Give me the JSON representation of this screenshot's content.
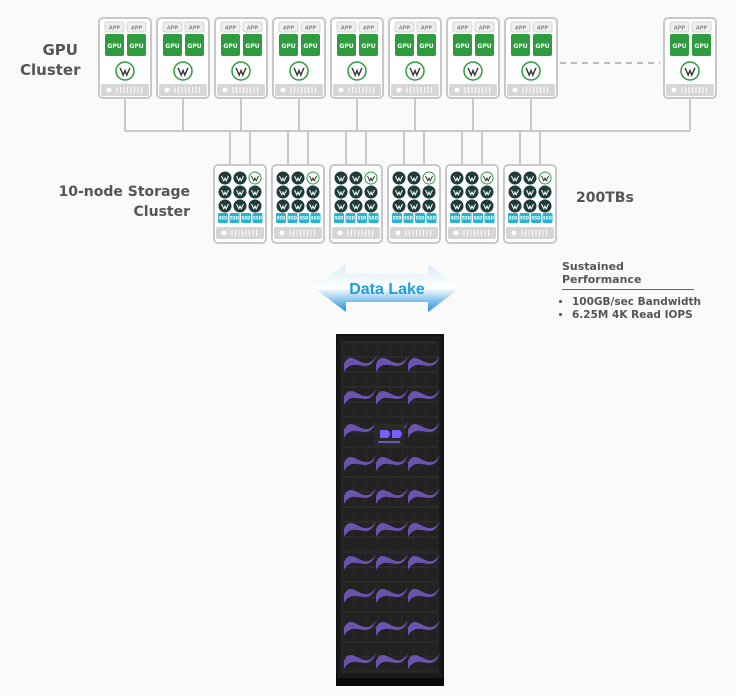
{
  "labels": {
    "gpu_cluster": "GPU Cluster",
    "storage_cluster": "10-node Storage Cluster",
    "capacity": "200TBs",
    "data_lake": "Data Lake"
  },
  "gpu_node": {
    "app": "APP",
    "gpu": "GPU",
    "count": 9,
    "ellipsis": true
  },
  "storage_node": {
    "ssd": "SSD",
    "count": 6
  },
  "performance": {
    "title": "Sustained Performance",
    "items": [
      "100GB/sec Bandwidth",
      "6.25M 4K Read IOPS"
    ]
  },
  "colors": {
    "gpu_green": "#2e9b3e",
    "ssd_teal": "#2ab3cc",
    "node_gray": "#c8c8c8",
    "lake_blue": "#1a9fe0",
    "rack_purple": "#7a5cc8"
  },
  "icons": [
    "weka-logo-icon",
    "rack-icon",
    "data-lake-arrow-icon"
  ]
}
